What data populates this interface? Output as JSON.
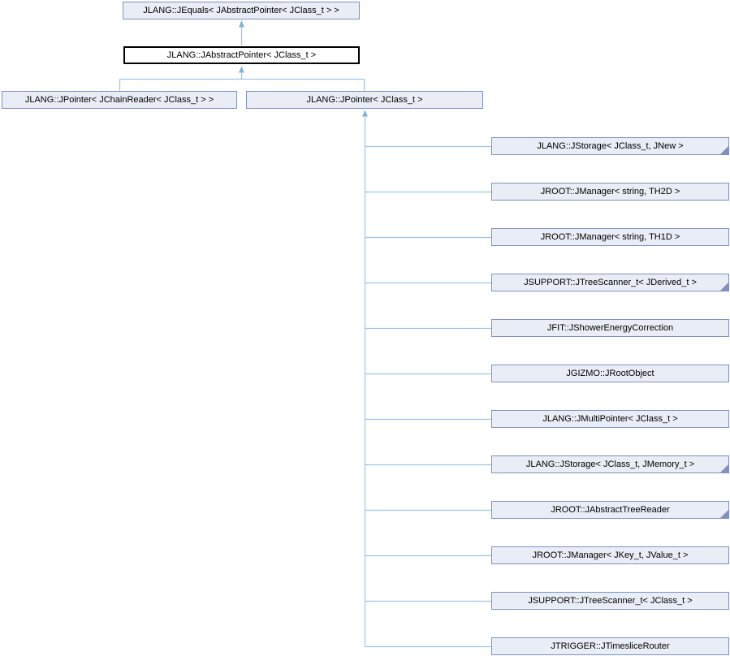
{
  "diagram_type": "class-inheritance-graph",
  "colors": {
    "node_fill": "#E8EDF6",
    "node_border": "#8191BF",
    "current_node_fill": "#FFFFFF",
    "current_node_border": "#000000",
    "edge_line": "#9EC4E4",
    "edge_arrowhead": "#7FB3DA",
    "background": "#FFFFFF",
    "text": "#000000"
  },
  "nodes": [
    {
      "label": "JLANG::JEquals< JAbstractPointer< JClass_t > >",
      "role": "base",
      "truncated": false
    },
    {
      "label": "JLANG::JAbstractPointer< JClass_t >",
      "role": "current",
      "truncated": false
    },
    {
      "label": "JLANG::JPointer< JChainReader< JClass_t > >",
      "role": "derived",
      "truncated": false
    },
    {
      "label": "JLANG::JPointer< JClass_t >",
      "role": "derived",
      "truncated": false
    },
    {
      "label": "JLANG::JStorage< JClass_t, JNew >",
      "role": "derived",
      "truncated": true
    },
    {
      "label": "JROOT::JManager< string, TH2D >",
      "role": "derived",
      "truncated": false
    },
    {
      "label": "JROOT::JManager< string, TH1D >",
      "role": "derived",
      "truncated": false
    },
    {
      "label": "JSUPPORT::JTreeScanner_t< JDerived_t >",
      "role": "derived",
      "truncated": true
    },
    {
      "label": "JFIT::JShowerEnergyCorrection",
      "role": "derived",
      "truncated": false
    },
    {
      "label": "JGIZMO::JRootObject",
      "role": "derived",
      "truncated": false
    },
    {
      "label": "JLANG::JMultiPointer< JClass_t >",
      "role": "derived",
      "truncated": false
    },
    {
      "label": "JLANG::JStorage< JClass_t, JMemory_t >",
      "role": "derived",
      "truncated": true
    },
    {
      "label": "JROOT::JAbstractTreeReader",
      "role": "derived",
      "truncated": true
    },
    {
      "label": "JROOT::JManager< JKey_t, JValue_t >",
      "role": "derived",
      "truncated": false
    },
    {
      "label": "JSUPPORT::JTreeScanner_t< JClass_t >",
      "role": "derived",
      "truncated": false
    },
    {
      "label": "JTRIGGER::JTimesliceRouter",
      "role": "derived",
      "truncated": false
    }
  ]
}
